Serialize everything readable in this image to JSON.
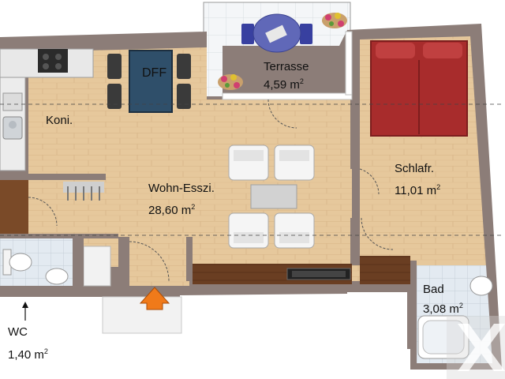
{
  "rooms": {
    "terrasse": {
      "name": "Terrasse",
      "area": "4,59 m",
      "unit_sup": "2"
    },
    "koni": {
      "name": "Koni."
    },
    "dff": {
      "name": "DFF"
    },
    "wohn": {
      "name": "Wohn-Esszi.",
      "area": "28,60 m",
      "unit_sup": "2"
    },
    "schlafr": {
      "name": "Schlafr.",
      "area": "11,01 m",
      "unit_sup": "2"
    },
    "bad": {
      "name": "Bad",
      "area": "3,08 m",
      "unit_sup": "2"
    },
    "wc": {
      "name": "WC",
      "area": "1,40 m",
      "unit_sup": "2",
      "pointer_icon": "arrow-up-icon"
    }
  },
  "entrance": {
    "icon": "entrance-arrow-icon",
    "color": "#f07a1a"
  },
  "colors": {
    "wall": "#8c7d78",
    "floor_wood": "#e6c89c",
    "tile": "#dfe6ee",
    "bed": "#a82c2c",
    "dining_table": "#2f4f6a",
    "terrace_table": "#6068b8",
    "counter": "#6a3e22"
  },
  "watermark": {
    "icon": "watermark-logo-icon"
  }
}
